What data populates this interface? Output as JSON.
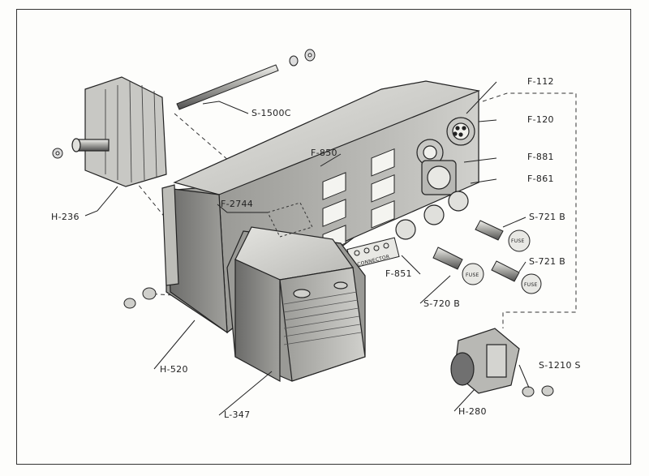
{
  "labels": {
    "s1500c": "S-1500C",
    "f112": "F-112",
    "f120": "F-120",
    "f881": "F-881",
    "f850": "F-850",
    "f861": "F-861",
    "f2744": "F-2744",
    "h236": "H-236",
    "s721b_top": "S-721 B",
    "s721b_bottom": "S-721 B",
    "f851": "F-851",
    "s720b": "S-720 B",
    "h520": "H-520",
    "s1210s": "S-1210 S",
    "l347": "L-347",
    "h280": "H-280"
  },
  "markings": {
    "fuse": "FUSE",
    "panel": "CONNECTOR"
  },
  "colors": {
    "ink": "#222222",
    "paper": "#fdfdfb",
    "metal_light": "#d8d8d4",
    "metal_mid": "#a8a8a4",
    "metal_dark": "#5a5a58"
  }
}
